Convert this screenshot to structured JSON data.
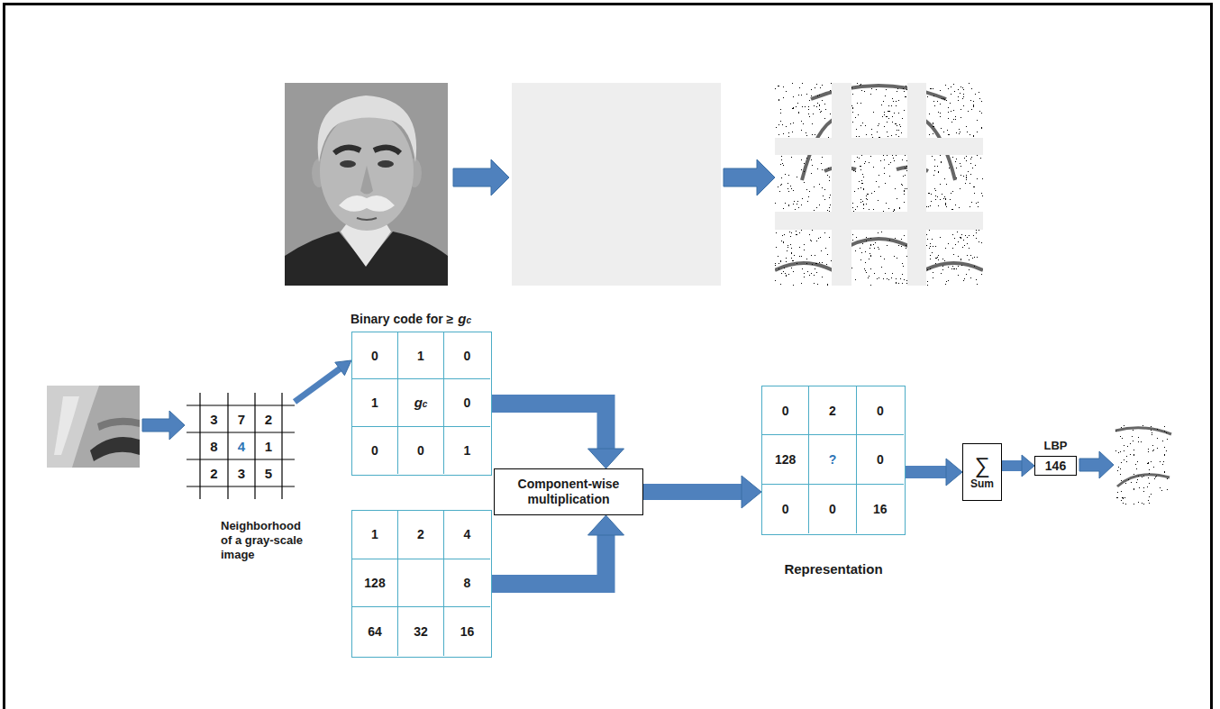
{
  "diagram": {
    "nodes": [
      {
        "text": [
          "3",
          "7",
          "2",
          "8",
          "4",
          "1",
          "2",
          "3",
          "5",
          "Neighborhood of a gray-scale image"
        ]
      },
      {
        "text": [
          "Binary code for ≥",
          "gc",
          "0",
          "1",
          "0",
          "1",
          "gc",
          "0",
          "0",
          "0",
          "1"
        ]
      },
      {
        "text": [
          "1",
          "2",
          "4",
          "128",
          "8",
          "64",
          "32",
          "16"
        ]
      },
      {
        "text": [
          "Component-wise multiplication"
        ]
      },
      {
        "text": [
          "0",
          "2",
          "0",
          "128",
          "?",
          "0",
          "0",
          "0",
          "16",
          "Representation"
        ]
      },
      {
        "text": [
          "∑",
          "Sum"
        ]
      },
      {
        "text": [
          "LBP",
          "146"
        ]
      }
    ],
    "edges": [
      {
        "from": 0,
        "to": 1,
        "arrow": "to"
      },
      {
        "from": 1,
        "to": 3,
        "arrow": "to"
      },
      {
        "from": 2,
        "to": 3,
        "arrow": "to"
      },
      {
        "from": 3,
        "to": 4,
        "arrow": "to"
      },
      {
        "from": 4,
        "to": 5,
        "arrow": "to"
      },
      {
        "from": 5,
        "to": 6,
        "arrow": "to"
      }
    ]
  }
}
